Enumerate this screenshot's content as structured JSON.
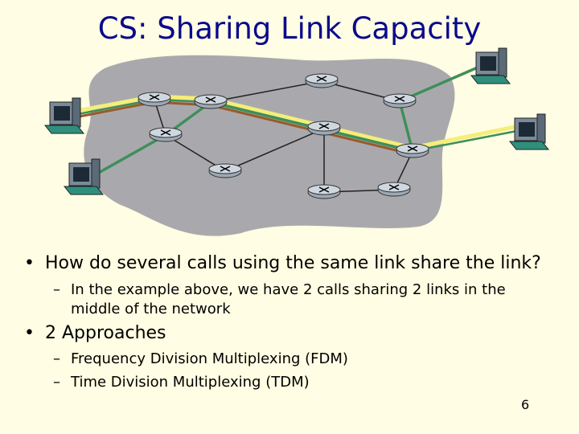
{
  "slide": {
    "title": "CS: Sharing Link Capacity",
    "bullets": [
      {
        "text": "How do several calls using the same link share the link?",
        "sub": [
          "In the example above, we have 2 calls sharing 2 links in the",
          "middle of the network"
        ]
      },
      {
        "text": "2 Approaches",
        "sub": [
          "Frequency Division Multiplexing (FDM)",
          "Time Division Multiplexing (TDM)"
        ]
      }
    ],
    "page_number": "6"
  },
  "colors": {
    "title": "#0a0a8c",
    "background": "#fffde3",
    "cloud": "#a9a9ad",
    "link": "#222222",
    "call_green": "#3e8f5a",
    "call_yellow": "#f4ee7a",
    "call_brown": "#9a5a2a",
    "router": "#9da8b4"
  }
}
